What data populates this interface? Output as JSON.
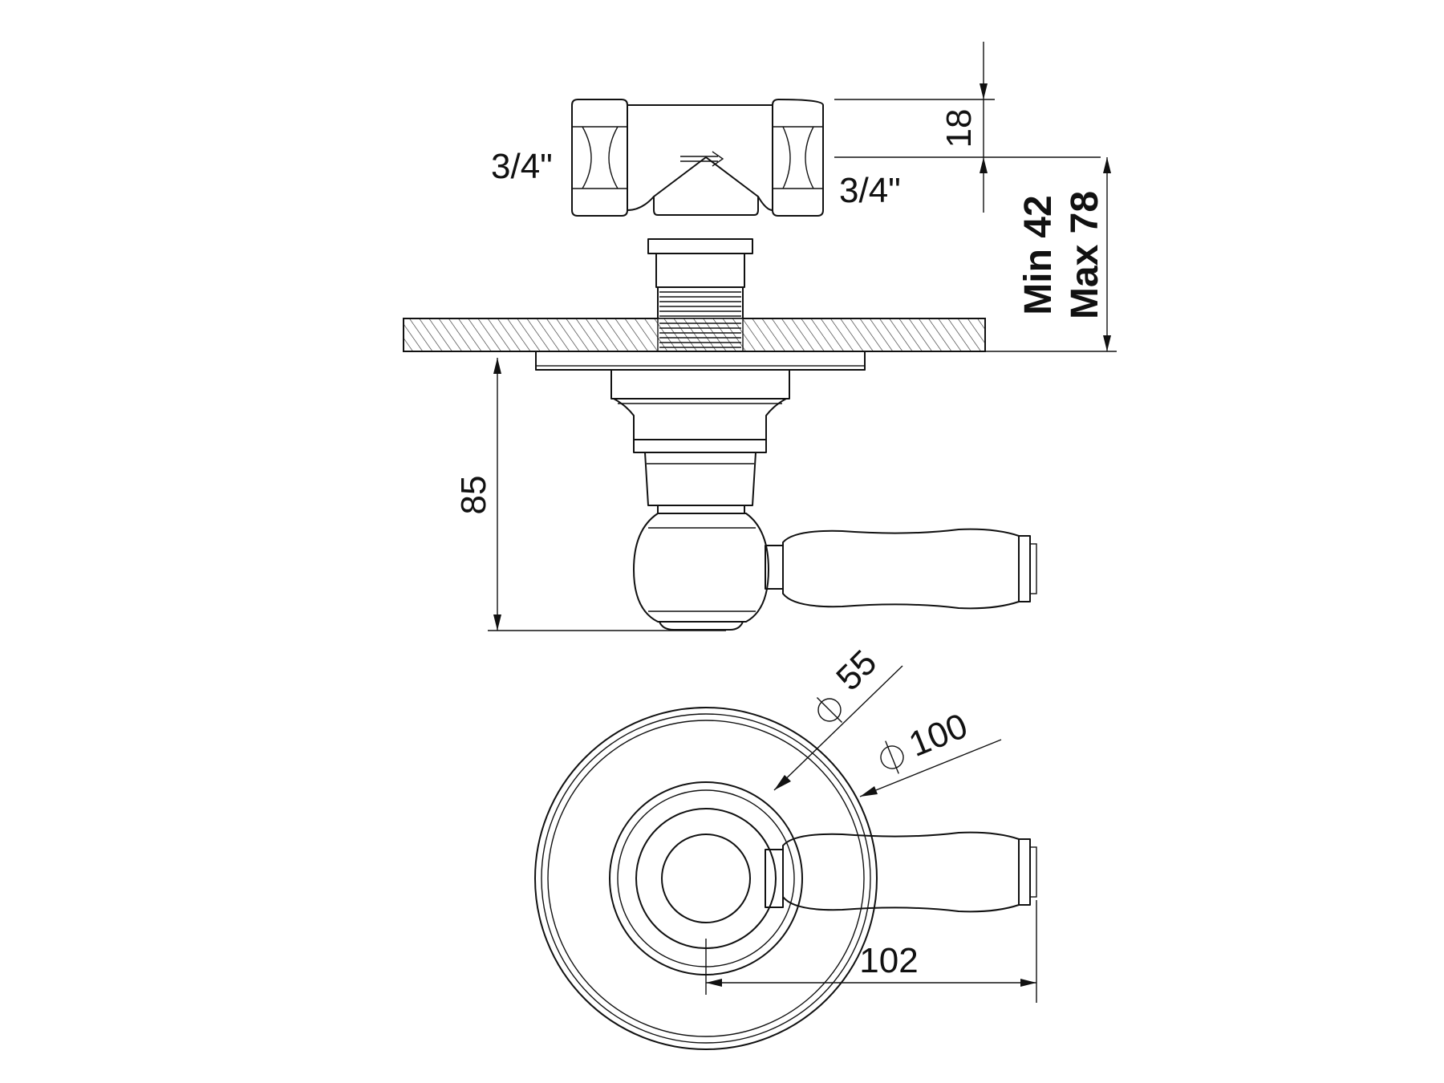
{
  "labels": {
    "inlet_thread_left": "3/4\"",
    "inlet_thread_right": "3/4\"",
    "dim_top_offset": "18",
    "dim_depth_min": "Min 42",
    "dim_depth_max": "Max 78",
    "dim_projection": "85",
    "dim_inner_diameter": "55",
    "dim_outer_diameter": "100",
    "dim_lever_length": "102"
  }
}
